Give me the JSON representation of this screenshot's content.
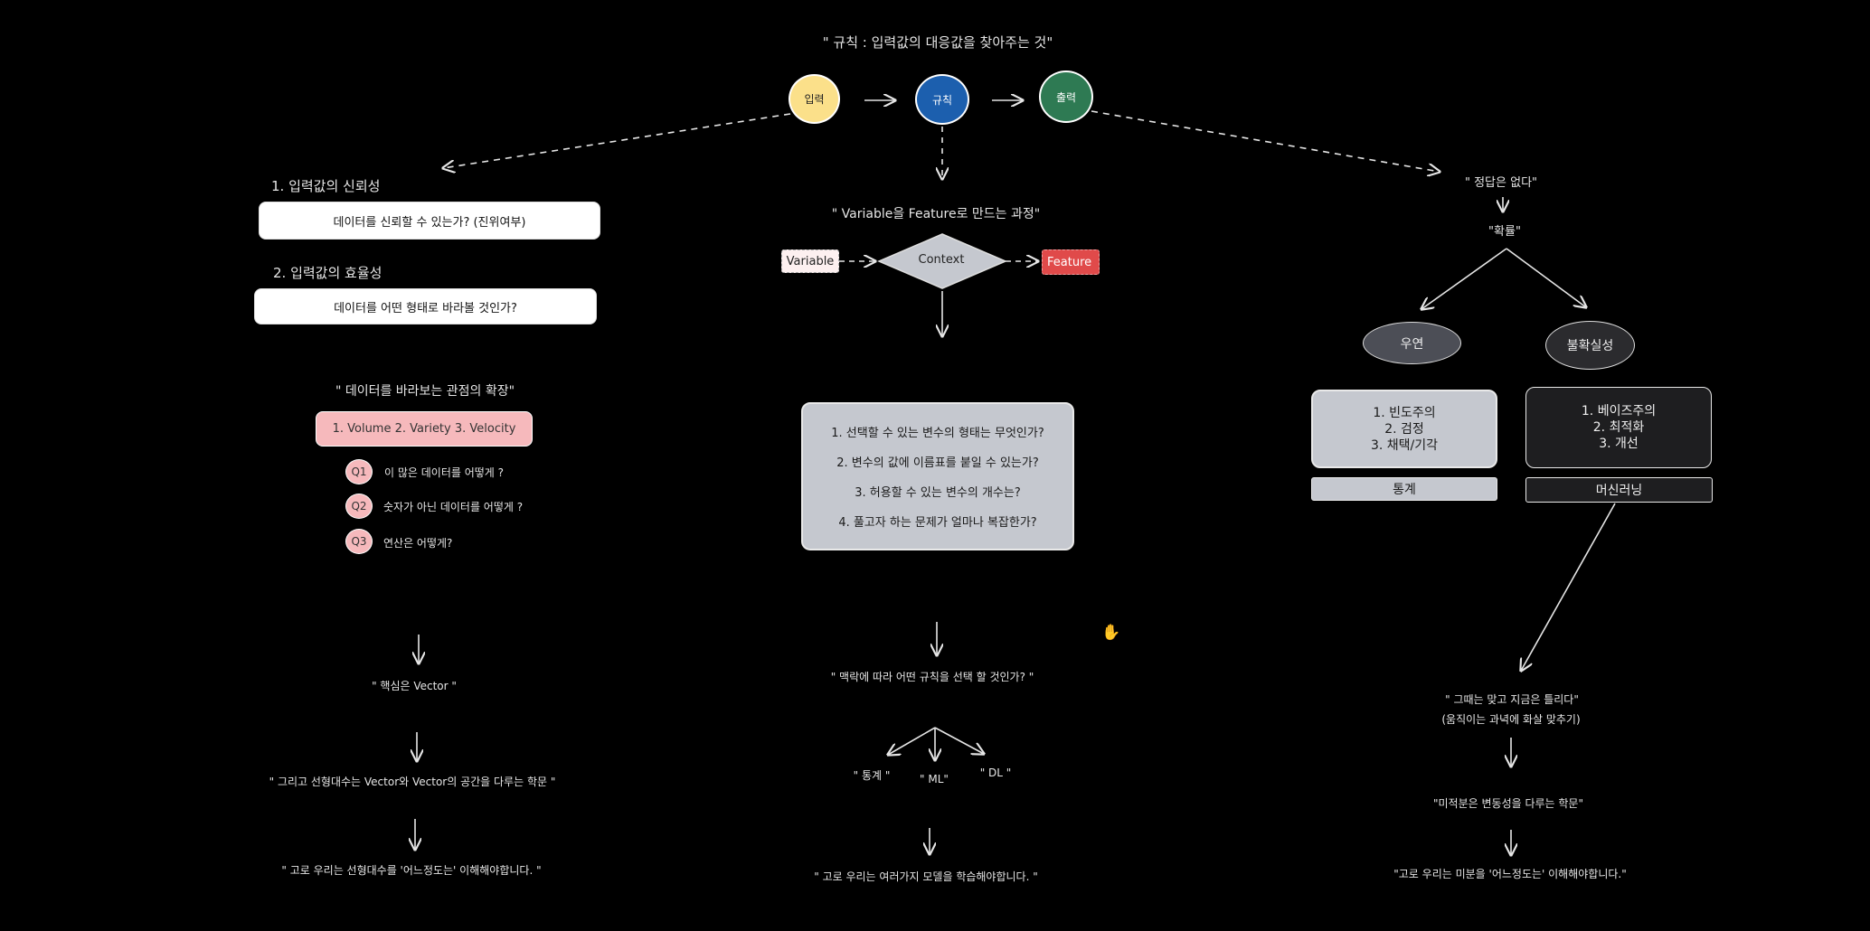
{
  "top": {
    "title": "\" 규칙 : 입력값의 대응값을 찾아주는 것\"",
    "nodes": {
      "input": "입력",
      "rule": "규칙",
      "output": "출력"
    },
    "colors": {
      "input": "#fbe08a",
      "rule": "#1c5fae",
      "output": "#2e7a53"
    }
  },
  "left": {
    "h1": "1. 입력값의 신뢰성",
    "box1": "데이터를 신뢰할 수 있는가? (진위여부)",
    "h2": "2. 입력값의 효율성",
    "box2": "데이터를 어떤 형태로 바라볼 것인가?",
    "expand_title": "\" 데이터를 바라보는 관점의 확장\"",
    "vvv": "1. Volume 2. Variety 3. Velocity",
    "questions": [
      {
        "tag": "Q1",
        "text": "이 많은 데이터를 어떻게 ?"
      },
      {
        "tag": "Q2",
        "text": "숫자가 아닌 데이터를 어떻게 ?"
      },
      {
        "tag": "Q3",
        "text": "연산은 어떻게?"
      }
    ],
    "s1": "\" 핵심은 Vector \"",
    "s2": "\" 그리고 선형대수는 Vector와 Vector의 공간을 다루는 학문 \"",
    "s3": "\" 고로 우리는 선형대수를 '어느정도는' 이해해야합니다. \""
  },
  "middle": {
    "title": "\" Variable을 Feature로 만드는 과정\"",
    "variable": "Variable",
    "context": "Context",
    "feature": "Feature",
    "questions": [
      "1. 선택할 수 있는 변수의 형태는 무엇인가?",
      "2. 변수의 값에 이름표를 붙일 수 있는가?",
      "3. 허용할 수 있는 변수의 개수는?",
      "4. 풀고자 하는 문제가 얼마나 복잡한가?"
    ],
    "choose": "\" 맥락에 따라 어떤 규칙을 선택 할 것인가? \"",
    "branch": [
      "\" 통계 \"",
      "\" ML\"",
      "\" DL \""
    ],
    "conclusion": "\" 고로 우리는 여러가지 모델을 학습해야합니다. \""
  },
  "right": {
    "no_answer": "\" 정답은 없다\"",
    "prob": "\"확률\"",
    "chance": "우연",
    "uncertainty": "불확실성",
    "stats_items": [
      "1. 빈도주의",
      "2. 검정",
      "3. 채택/기각"
    ],
    "stats_label": "통계",
    "ml_items": [
      "1. 베이즈주의",
      "2. 최적화",
      "3. 개선"
    ],
    "ml_label": "머신러닝",
    "quote1": "\" 그때는 맞고 지금은 틀리다\"",
    "quote2": "(움직이는 과녁에 화살 맞추기)",
    "calculus": "\"미적분은 변동성을 다루는 학문\"",
    "conclusion": "\"고로 우리는 미분을 '어느정도는' 이해해야합니다.\""
  }
}
